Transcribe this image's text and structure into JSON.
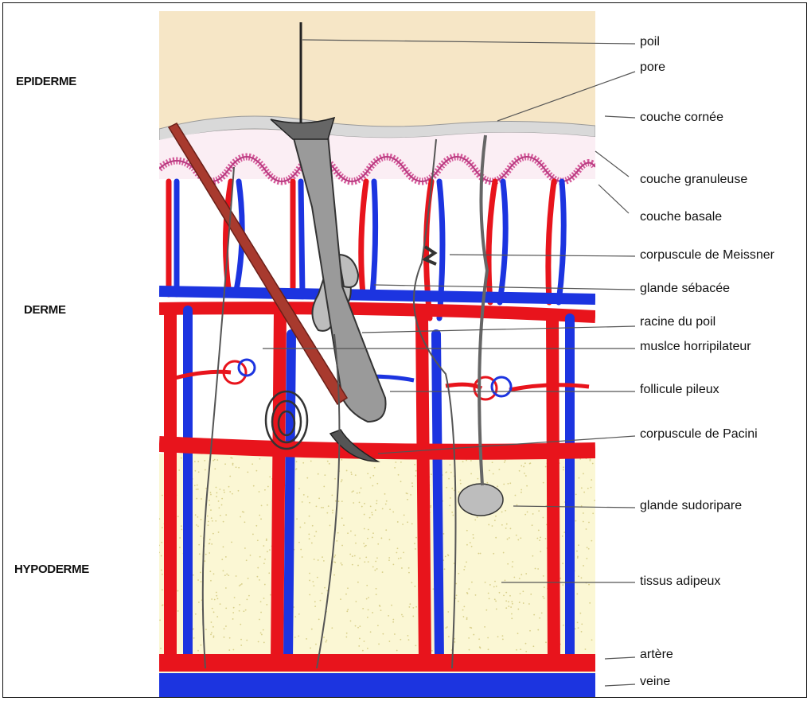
{
  "layers": {
    "epiderme": "EPIDERME",
    "derme": "DERME",
    "hypoderme": "HYPODERME"
  },
  "labels": {
    "poil": "poil",
    "pore": "pore",
    "couche_cornee": "couche cornée",
    "couche_granuleuse": "couche granuleuse",
    "couche_basale": "couche basale",
    "corpuscule_meissner": "corpuscule de Meissner",
    "glande_sebacee": "glande sébacée",
    "racine_poil": "racine du poil",
    "muscle_horripilateur": "muslce horripilateur",
    "follicule_pileux": "follicule pileux",
    "corpuscule_pacini": "corpuscule de Pacini",
    "glande_sudoripare": "glande sudoripare",
    "tissus_adipeux": "tissus adipeux",
    "artere": "artère",
    "veine": "veine"
  },
  "colors": {
    "epidermis": "#f6e6c6",
    "granular": "#fbeef4",
    "basal_membrane": "#d45a9a",
    "dermis": "#ffffff",
    "hypodermis": "#fbf7d4",
    "artery": "#e8141c",
    "vein": "#1c34e0",
    "muscle": "#a83a2e",
    "hair": "#222222"
  }
}
